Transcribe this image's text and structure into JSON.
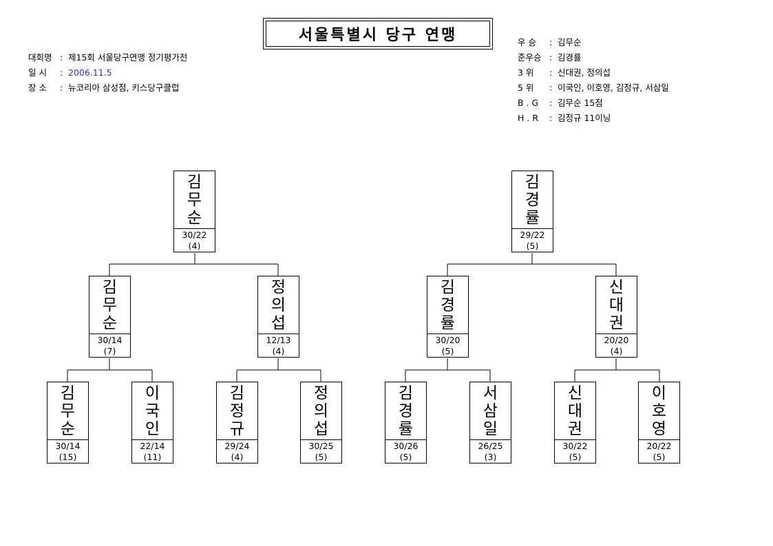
{
  "title": "서울특별시 당구 연맹",
  "info_left": [
    {
      "label": "대회명",
      "value": "제15회 서울당구연맹 정기평가전"
    },
    {
      "label": "일  시",
      "value": "2006.11.5"
    },
    {
      "label": "장  소",
      "value": "뉴코리아 삼성점,  키스당구클럽"
    }
  ],
  "info_right": [
    {
      "label": "우  승",
      "value": "김무순"
    },
    {
      "label": "준우승",
      "value": "김경률"
    },
    {
      "label": "3   위",
      "value": "신대권, 정의섭"
    },
    {
      "label": "5   위",
      "value": "이국인, 이호영, 김정규, 서삼일"
    },
    {
      "label": "B . G",
      "value": "김무순 15점"
    },
    {
      "label": "H . R",
      "value": "김정규 11이닝"
    }
  ],
  "bracket": {
    "left_final": {
      "name": [
        "김",
        "무",
        "순"
      ],
      "score": "30/22",
      "rank": "(4)"
    },
    "right_final": {
      "name": [
        "김",
        "경",
        "률"
      ],
      "score": "29/22",
      "rank": "(5)"
    },
    "semis": [
      {
        "name": [
          "김",
          "무",
          "순"
        ],
        "score": "30/14",
        "rank": "(7)"
      },
      {
        "name": [
          "정",
          "의",
          "섭"
        ],
        "score": "12/13",
        "rank": "(4)"
      },
      {
        "name": [
          "김",
          "경",
          "률"
        ],
        "score": "30/20",
        "rank": "(5)"
      },
      {
        "name": [
          "신",
          "대",
          "권"
        ],
        "score": "20/20",
        "rank": "(4)"
      }
    ],
    "quarters": [
      {
        "name": [
          "김",
          "무",
          "순"
        ],
        "score": "30/14",
        "rank": "(15)"
      },
      {
        "name": [
          "이",
          "국",
          "인"
        ],
        "score": "22/14",
        "rank": "(11)"
      },
      {
        "name": [
          "김",
          "정",
          "규"
        ],
        "score": "29/24",
        "rank": "(4)"
      },
      {
        "name": [
          "정",
          "의",
          "섭"
        ],
        "score": "30/25",
        "rank": "(5)"
      },
      {
        "name": [
          "김",
          "경",
          "률"
        ],
        "score": "30/26",
        "rank": "(5)"
      },
      {
        "name": [
          "서",
          "삼",
          "일"
        ],
        "score": "26/25",
        "rank": "(3)"
      },
      {
        "name": [
          "신",
          "대",
          "권"
        ],
        "score": "30/22",
        "rank": "(5)"
      },
      {
        "name": [
          "이",
          "호",
          "영"
        ],
        "score": "20/22",
        "rank": "(5)"
      }
    ]
  }
}
